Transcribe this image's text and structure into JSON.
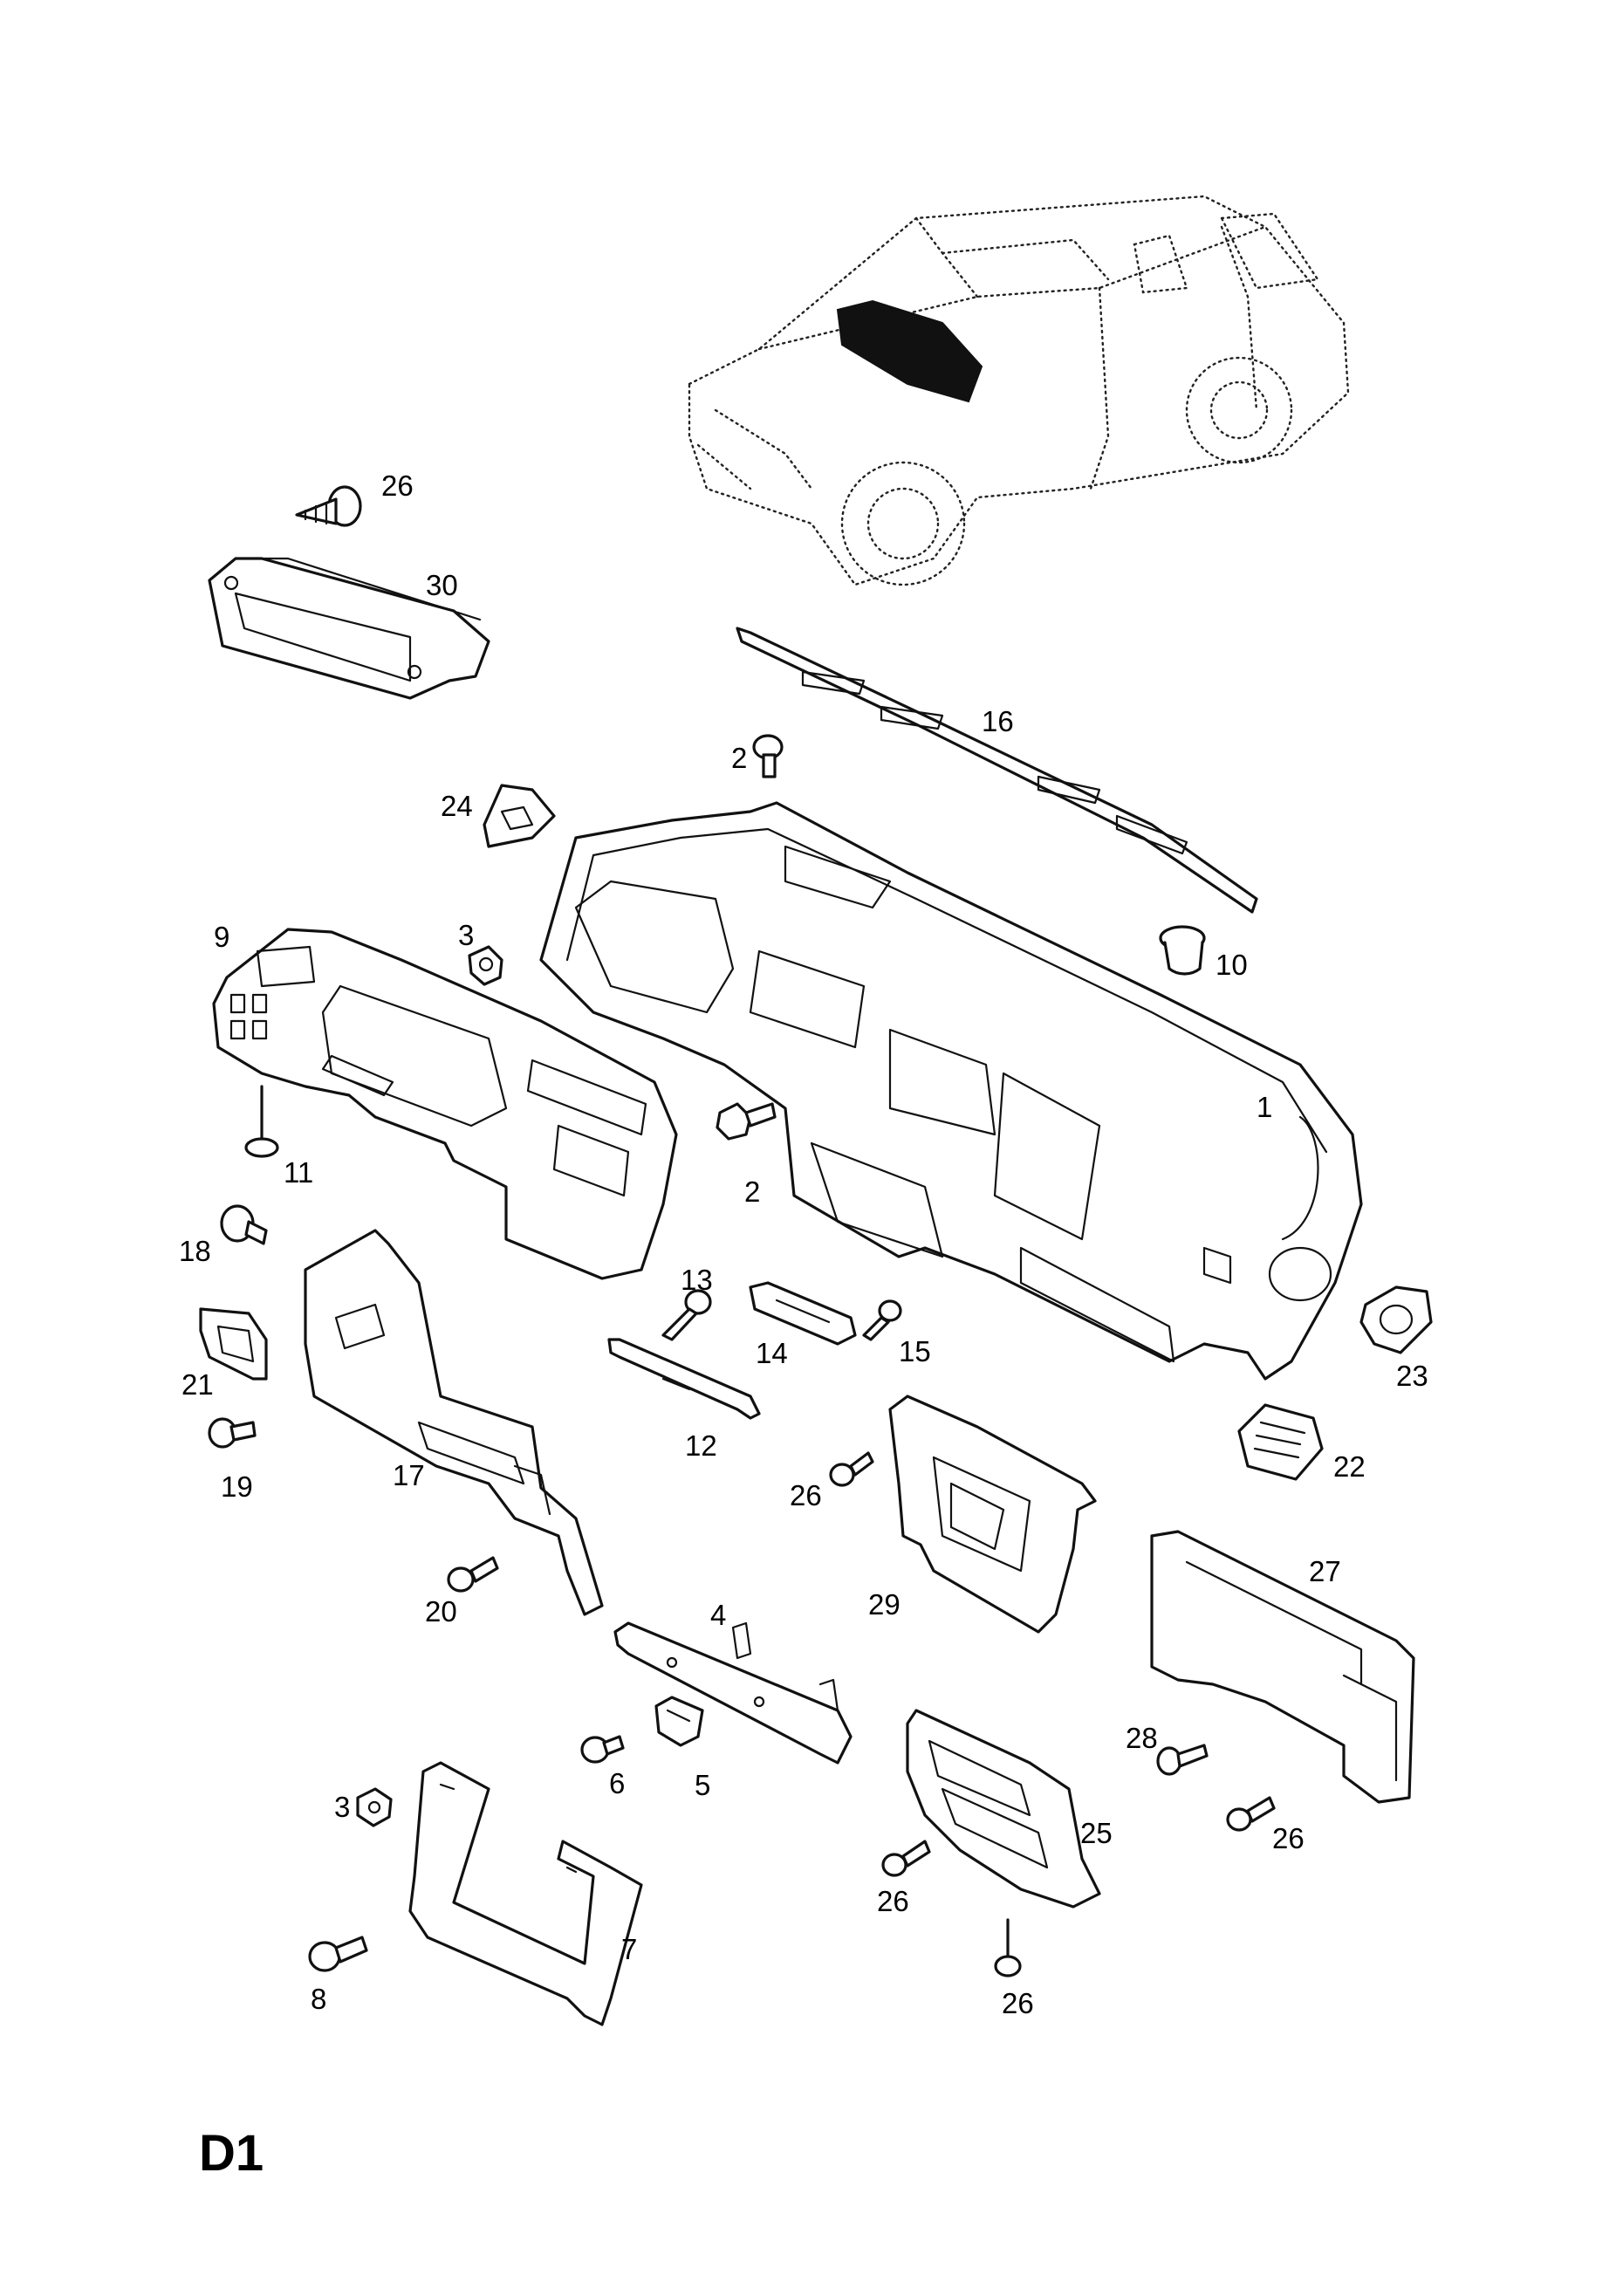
{
  "page_id": "D1",
  "callouts": {
    "c1": "1",
    "c2a": "2",
    "c2b": "2",
    "c3a": "3",
    "c3b": "3",
    "c4": "4",
    "c5": "5",
    "c6": "6",
    "c7": "7",
    "c8": "8",
    "c9": "9",
    "c10": "10",
    "c11": "11",
    "c12": "12",
    "c13": "13",
    "c14": "14",
    "c15": "15",
    "c16": "16",
    "c17": "17",
    "c18": "18",
    "c19": "19",
    "c20": "20",
    "c21": "21",
    "c22": "22",
    "c23": "23",
    "c24": "24",
    "c25": "25",
    "c26a": "26",
    "c26b": "26",
    "c26c": "26",
    "c26d": "26",
    "c26e": "26",
    "c27": "27",
    "c28": "28",
    "c29": "29",
    "c30": "30"
  }
}
